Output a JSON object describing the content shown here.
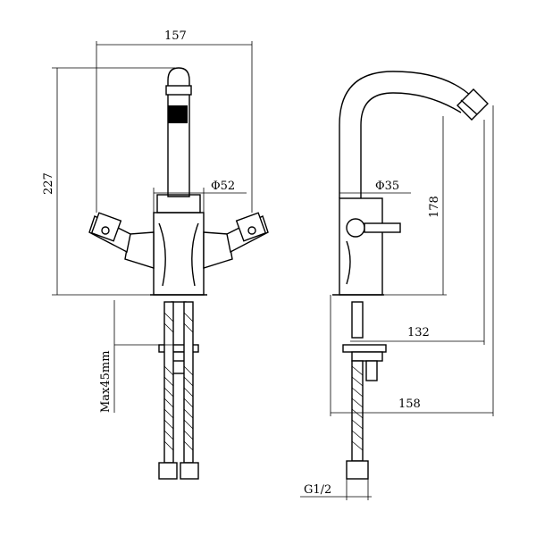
{
  "dimensions": {
    "front_width": "157",
    "front_height": "227",
    "body_diameter": "Φ52",
    "max_thickness": "Max45mm",
    "side_body_diameter": "Φ35",
    "spout_height": "178",
    "spout_reach": "132",
    "total_depth": "158",
    "thread": "G1/2"
  },
  "colors": {
    "stroke": "#000000",
    "background": "#ffffff"
  }
}
